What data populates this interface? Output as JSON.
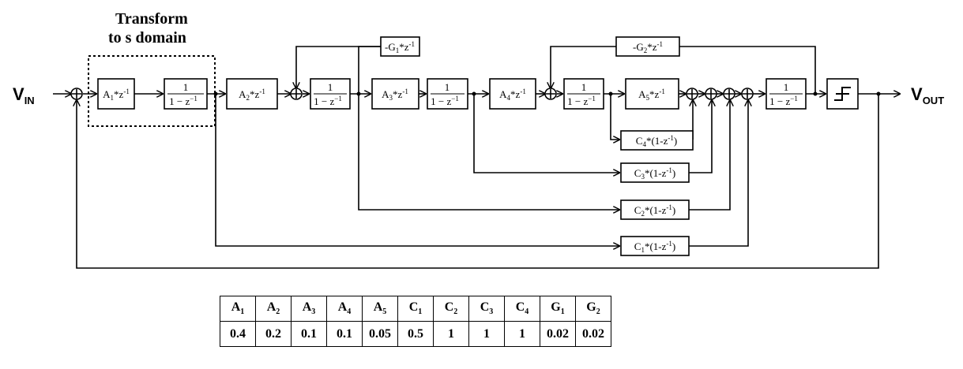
{
  "title": {
    "line1": "Transform",
    "line2": "to s domain"
  },
  "input_label": {
    "main": "V",
    "sub": "IN"
  },
  "output_label": {
    "main": "V",
    "sub": "OUT"
  },
  "blocks": {
    "a1": {
      "main": "A",
      "sub": "1",
      "rest": "*z",
      "exp": "-1"
    },
    "a2": {
      "main": "A",
      "sub": "2",
      "rest": "*z",
      "exp": "-1"
    },
    "a3": {
      "main": "A",
      "sub": "3",
      "rest": "*z",
      "exp": "-1"
    },
    "a4": {
      "main": "A",
      "sub": "4",
      "rest": "*z",
      "exp": "-1"
    },
    "a5": {
      "main": "A",
      "sub": "5",
      "rest": "*z",
      "exp": "-1"
    },
    "g1": {
      "main": "-G",
      "sub": "1",
      "rest": "*z",
      "exp": "-1"
    },
    "g2": {
      "main": "-G",
      "sub": "2",
      "rest": "*z",
      "exp": "-1"
    },
    "c1": {
      "main": "C",
      "sub": "1",
      "rest": "*(1-z",
      "exp": "-1",
      "tail": ")"
    },
    "c2": {
      "main": "C",
      "sub": "2",
      "rest": "*(1-z",
      "exp": "-1",
      "tail": ")"
    },
    "c3": {
      "main": "C",
      "sub": "3",
      "rest": "*(1-z",
      "exp": "-1",
      "tail": ")"
    },
    "c4": {
      "main": "C",
      "sub": "4",
      "rest": "*(1-z",
      "exp": "-1",
      "tail": ")"
    },
    "integrator": {
      "num": "1",
      "den": "1 − z",
      "den_exp": "−1"
    }
  },
  "table": {
    "headers": [
      {
        "main": "A",
        "sub": "1"
      },
      {
        "main": "A",
        "sub": "2"
      },
      {
        "main": "A",
        "sub": "3"
      },
      {
        "main": "A",
        "sub": "4"
      },
      {
        "main": "A",
        "sub": "5"
      },
      {
        "main": "C",
        "sub": "1"
      },
      {
        "main": "C",
        "sub": "2"
      },
      {
        "main": "C",
        "sub": "3"
      },
      {
        "main": "C",
        "sub": "4"
      },
      {
        "main": "G",
        "sub": "1"
      },
      {
        "main": "G",
        "sub": "2"
      }
    ],
    "values": [
      "0.4",
      "0.2",
      "0.1",
      "0.1",
      "0.05",
      "0.5",
      "1",
      "1",
      "1",
      "0.02",
      "0.02"
    ]
  },
  "colors": {
    "line": "#000000",
    "background": "#ffffff"
  }
}
